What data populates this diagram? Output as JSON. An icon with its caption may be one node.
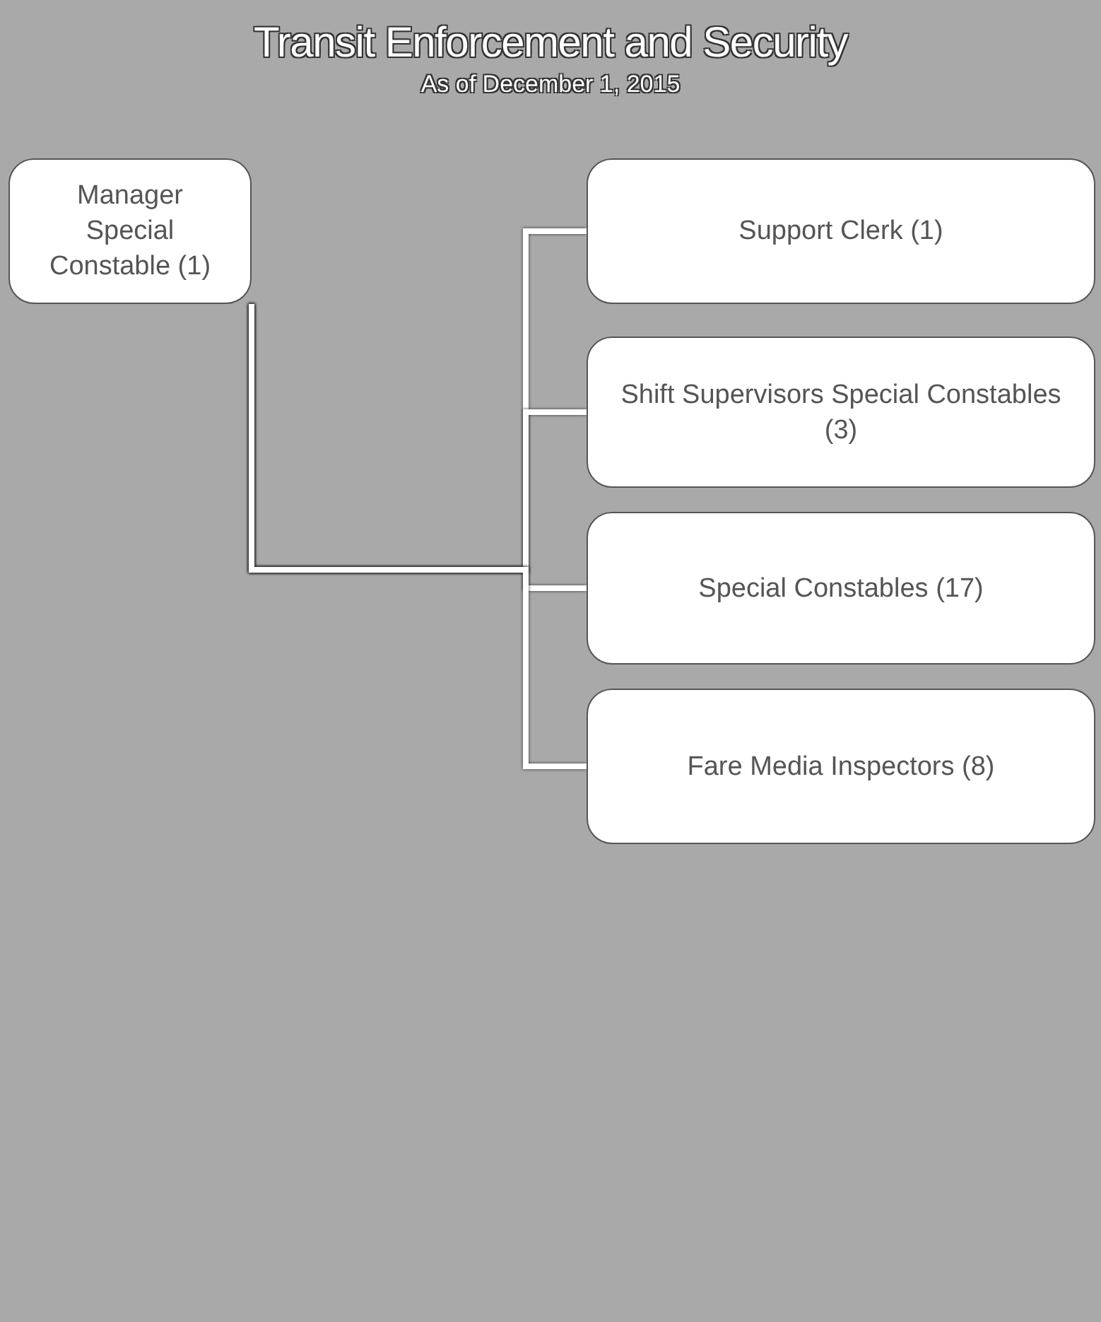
{
  "diagram": {
    "title": "Transit Enforcement and Security",
    "nodes": [
      {
        "text": [
          "Manager Special Constable (1)"
        ]
      },
      {
        "text": [
          "Support Clerk (1)"
        ]
      },
      {
        "text": [
          "Shift Supervisors Special Constables (3)"
        ]
      },
      {
        "text": [
          "Special Constables (17)"
        ]
      },
      {
        "text": [
          "Fare Media Inspectors (8)"
        ]
      }
    ],
    "edges": [
      {
        "from": 0,
        "to": 1,
        "arrow": "none"
      },
      {
        "from": 0,
        "to": 2,
        "arrow": "none"
      },
      {
        "from": 0,
        "to": 3,
        "arrow": "none"
      },
      {
        "from": 0,
        "to": 4,
        "arrow": "none"
      }
    ],
    "labels": [
      "As of December 1, 2015"
    ]
  }
}
